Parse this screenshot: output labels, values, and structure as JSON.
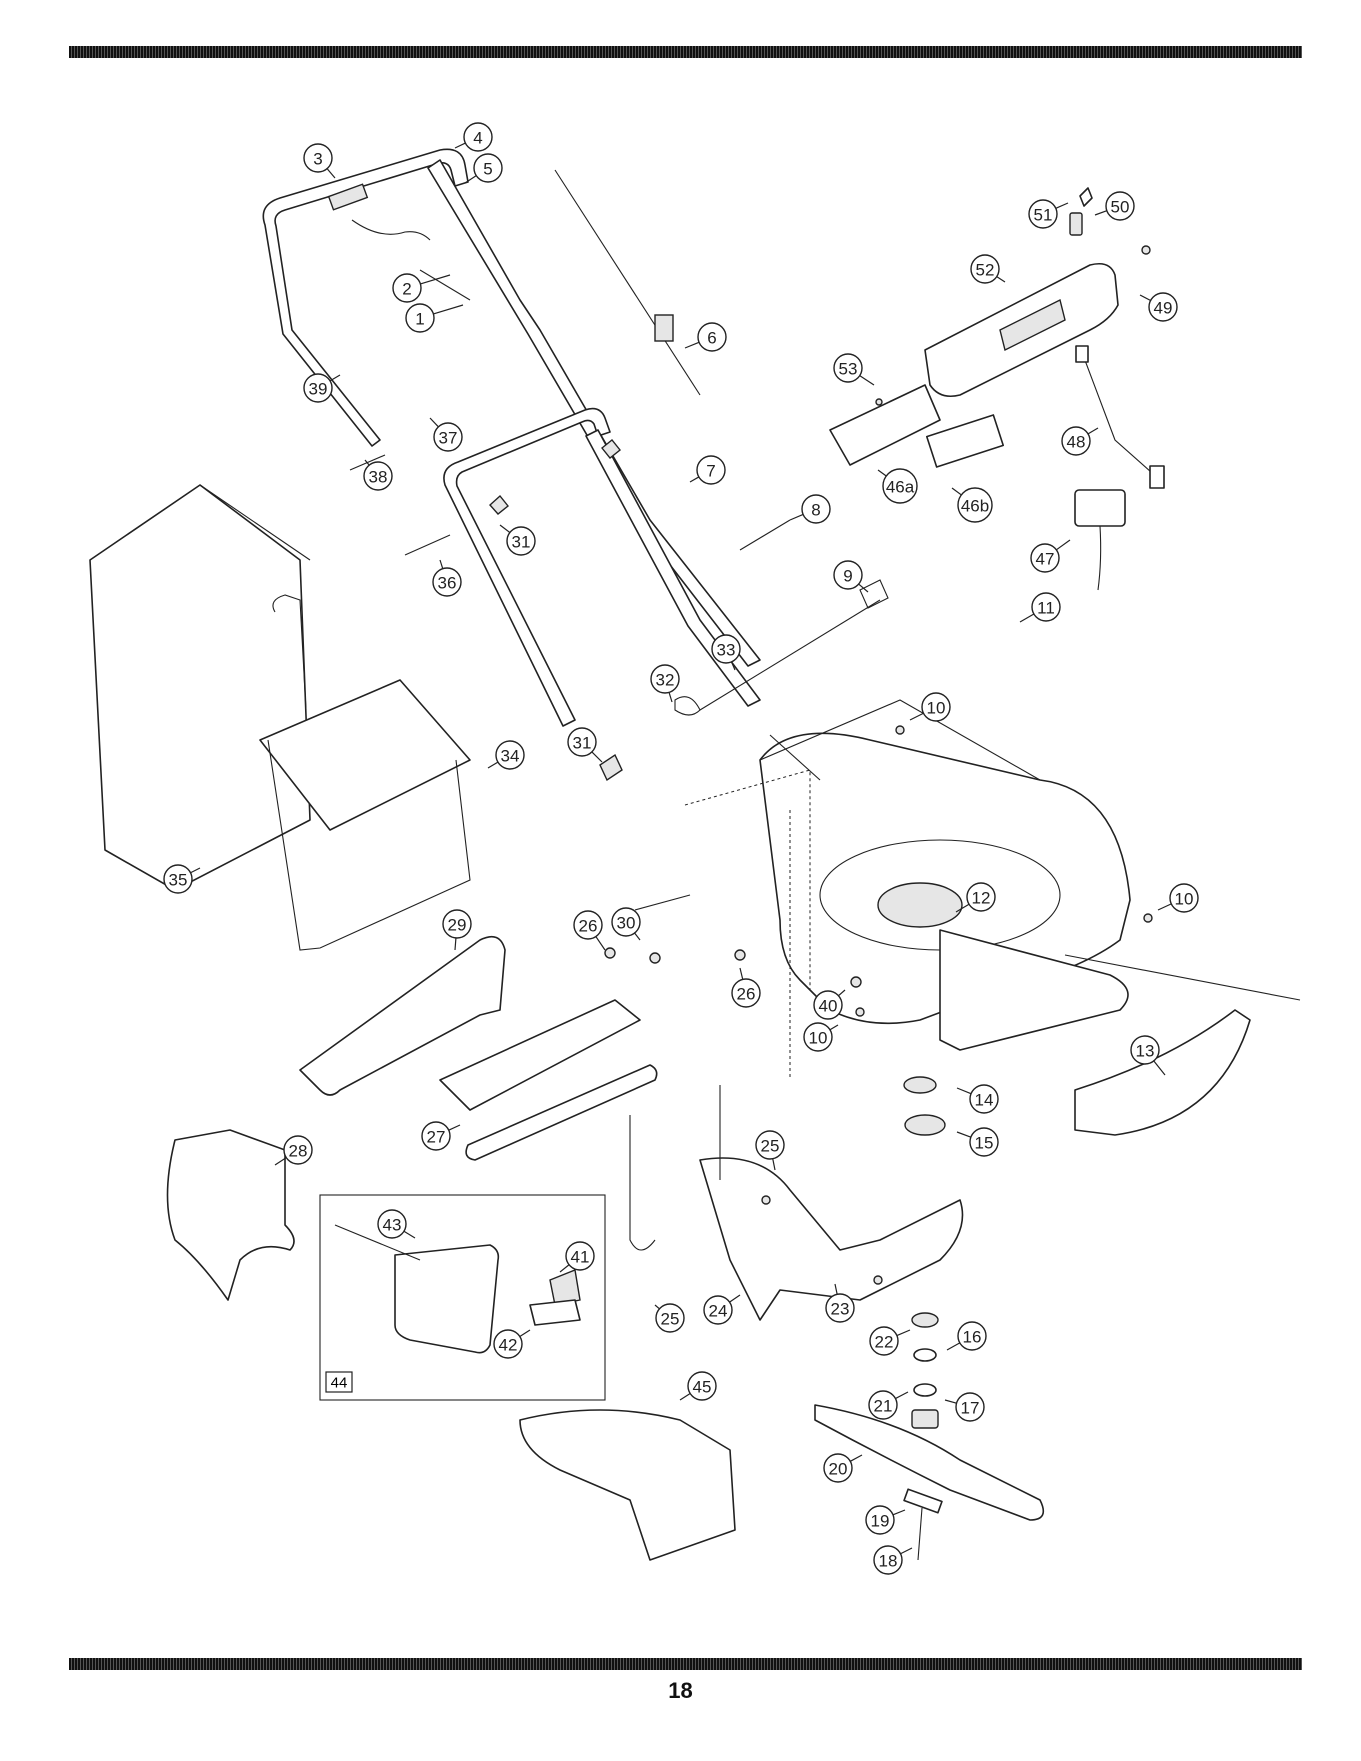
{
  "page_number": "18",
  "inset_label": "44",
  "callouts": [
    {
      "label": "1"
    },
    {
      "label": "2"
    },
    {
      "label": "3"
    },
    {
      "label": "4"
    },
    {
      "label": "5"
    },
    {
      "label": "6"
    },
    {
      "label": "7"
    },
    {
      "label": "8"
    },
    {
      "label": "9"
    },
    {
      "label": "10"
    },
    {
      "label": "10"
    },
    {
      "label": "10"
    },
    {
      "label": "11"
    },
    {
      "label": "12"
    },
    {
      "label": "13"
    },
    {
      "label": "14"
    },
    {
      "label": "15"
    },
    {
      "label": "16"
    },
    {
      "label": "17"
    },
    {
      "label": "18"
    },
    {
      "label": "19"
    },
    {
      "label": "20"
    },
    {
      "label": "21"
    },
    {
      "label": "22"
    },
    {
      "label": "23"
    },
    {
      "label": "24"
    },
    {
      "label": "25"
    },
    {
      "label": "25"
    },
    {
      "label": "26"
    },
    {
      "label": "26"
    },
    {
      "label": "27"
    },
    {
      "label": "28"
    },
    {
      "label": "29"
    },
    {
      "label": "30"
    },
    {
      "label": "31"
    },
    {
      "label": "31"
    },
    {
      "label": "32"
    },
    {
      "label": "33"
    },
    {
      "label": "34"
    },
    {
      "label": "35"
    },
    {
      "label": "36"
    },
    {
      "label": "37"
    },
    {
      "label": "38"
    },
    {
      "label": "39"
    },
    {
      "label": "40"
    },
    {
      "label": "41"
    },
    {
      "label": "42"
    },
    {
      "label": "43"
    },
    {
      "label": "45"
    },
    {
      "label": "46a"
    },
    {
      "label": "46b"
    },
    {
      "label": "47"
    },
    {
      "label": "48"
    },
    {
      "label": "49"
    },
    {
      "label": "50"
    },
    {
      "label": "51"
    },
    {
      "label": "52"
    },
    {
      "label": "53"
    }
  ]
}
